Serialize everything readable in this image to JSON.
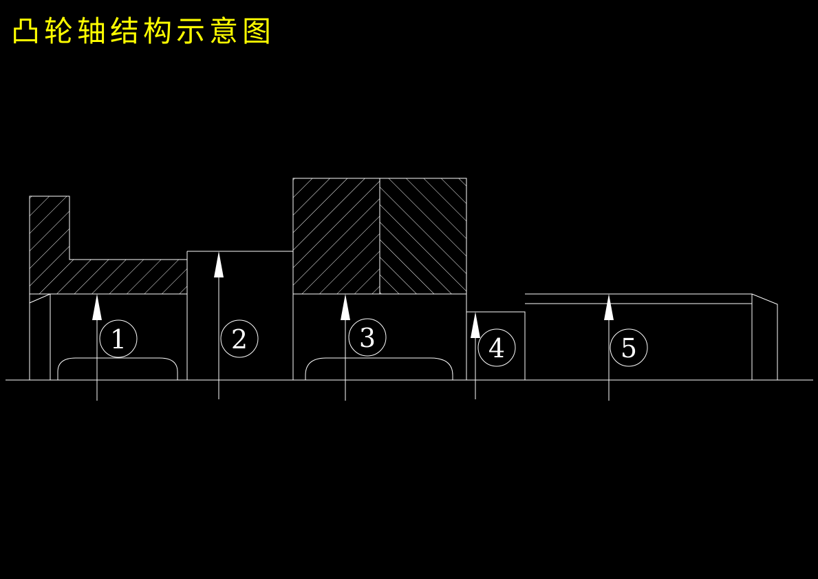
{
  "title": "凸轮轴结构示意图",
  "colors": {
    "background": "#000000",
    "title": "#ffff00",
    "lines": "#ffffff"
  },
  "segments": [
    {
      "label": "1"
    },
    {
      "label": "2"
    },
    {
      "label": "3"
    },
    {
      "label": "4"
    },
    {
      "label": "5"
    }
  ]
}
